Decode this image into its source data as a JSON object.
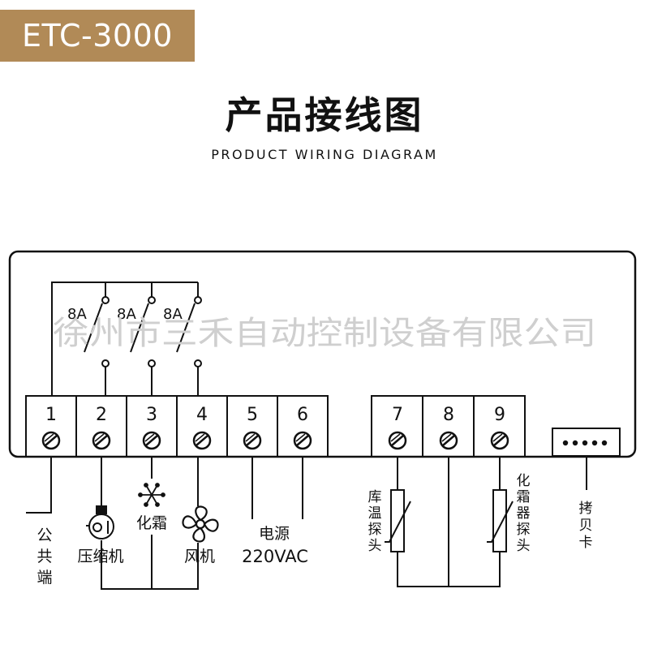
{
  "header": {
    "model": "ETC-3000",
    "title_cn": "产品接线图",
    "title_en": "PRODUCT WIRING DIAGRAM"
  },
  "watermark": "徐州市三禾自动控制设备有限公司",
  "relays": {
    "contact_ratings": [
      "8A",
      "8A",
      "8A"
    ]
  },
  "terminals": [
    {
      "number": "1",
      "function": "公共端"
    },
    {
      "number": "2",
      "function": "压缩机",
      "icon": "compressor-icon"
    },
    {
      "number": "3",
      "function": "化霜",
      "icon": "snowflake-icon"
    },
    {
      "number": "4",
      "function": "风机",
      "icon": "fan-icon"
    },
    {
      "number": "5",
      "function": "电源"
    },
    {
      "number": "6",
      "function": "220VAC"
    },
    {
      "number": "7",
      "function": "库温探头"
    },
    {
      "number": "8",
      "function": ""
    },
    {
      "number": "9",
      "function": "化霜器探头"
    }
  ],
  "labels": {
    "common": [
      "公",
      "共",
      "端"
    ],
    "compressor": "压缩机",
    "defrost": "化霜",
    "fan": "风机",
    "power": "电源",
    "voltage": "220VAC",
    "cold_room_probe": [
      "库",
      "温",
      "探",
      "头"
    ],
    "defrost_probe": [
      "化",
      "霜",
      "器",
      "探",
      "头"
    ],
    "copy_card": [
      "拷",
      "贝",
      "卡"
    ]
  },
  "colors": {
    "tag_background": "#b18a57",
    "line": "#111111",
    "watermark": "#cfcfcf"
  }
}
